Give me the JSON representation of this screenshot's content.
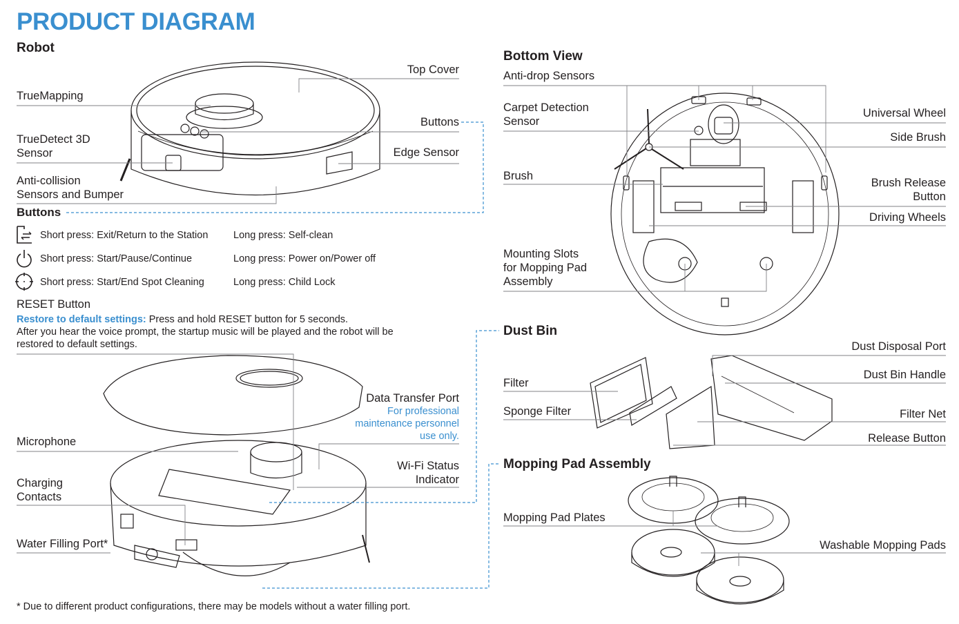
{
  "title": "PRODUCT DIAGRAM",
  "colors": {
    "accent": "#3a8fcf",
    "text": "#231f20",
    "line": "#6d6e71"
  },
  "robot": {
    "heading": "Robot",
    "labels": {
      "top_cover": "Top Cover",
      "truemapping": "TrueMapping",
      "buttons": "Buttons",
      "truedetect_line1": "TrueDetect 3D",
      "truedetect_line2": "Sensor",
      "edge_sensor": "Edge Sensor",
      "anticollision_line1": "Anti-collision",
      "anticollision_line2": "Sensors and Bumper"
    }
  },
  "buttons_section": {
    "heading": "Buttons",
    "rows": [
      {
        "icon": "return-station-icon",
        "short": "Short press: Exit/Return to the Station",
        "long": "Long press: Self-clean"
      },
      {
        "icon": "power-icon",
        "short": "Short press: Start/Pause/Continue",
        "long": "Long press: Power on/Power off"
      },
      {
        "icon": "spot-cleaning-icon",
        "short": "Short press: Start/End Spot Cleaning",
        "long": "Long press: Child Lock"
      }
    ]
  },
  "reset": {
    "heading": "RESET Button",
    "highlight": "Restore to default settings:",
    "line1": " Press and hold RESET button for 5 seconds.",
    "line2": "After you hear the voice prompt, the startup music will be played and the robot will be",
    "line3": "restored to default settings."
  },
  "exploded": {
    "labels": {
      "data_transfer_port": "Data Transfer Port",
      "data_note_line1": "For professional",
      "data_note_line2": "maintenance personnel",
      "data_note_line3": "use only.",
      "microphone": "Microphone",
      "wifi_line1": "Wi-Fi Status",
      "wifi_line2": "Indicator",
      "charging_line1": "Charging",
      "charging_line2": "Contacts",
      "water_filling": "Water Filling Port*"
    }
  },
  "footnote": "* Due to different product configurations, there may be models without a water filling port.",
  "bottom_view": {
    "heading": "Bottom View",
    "labels": {
      "anti_drop": "Anti-drop Sensors",
      "carpet_line1": "Carpet Detection",
      "carpet_line2": "Sensor",
      "universal_wheel": "Universal Wheel",
      "side_brush": "Side Brush",
      "brush": "Brush",
      "brush_release_line1": "Brush Release",
      "brush_release_line2": "Button",
      "driving_wheels": "Driving Wheels",
      "mounting_line1": "Mounting Slots",
      "mounting_line2": "for Mopping Pad",
      "mounting_line3": "Assembly"
    }
  },
  "dust_bin": {
    "heading": "Dust Bin",
    "labels": {
      "dust_disposal_port": "Dust Disposal Port",
      "dust_bin_handle": "Dust Bin Handle",
      "filter": "Filter",
      "sponge_filter": "Sponge Filter",
      "filter_net": "Filter Net",
      "release_button": "Release Button"
    }
  },
  "mopping": {
    "heading": "Mopping Pad Assembly",
    "labels": {
      "plates": "Mopping Pad Plates",
      "pads": "Washable Mopping Pads"
    }
  }
}
